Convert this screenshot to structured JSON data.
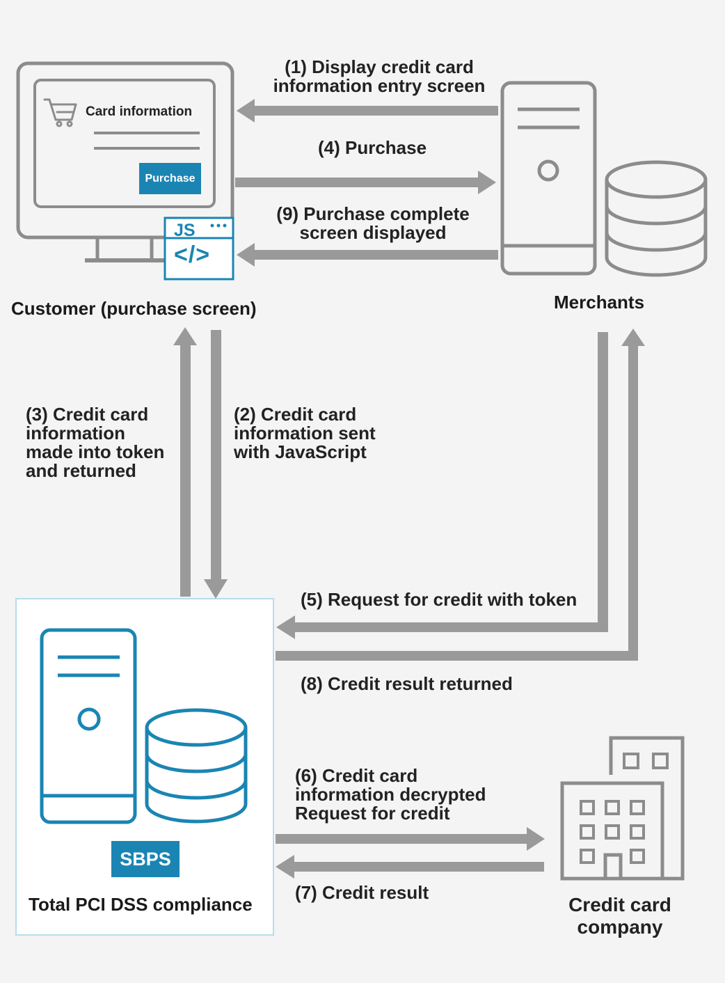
{
  "customer": {
    "label": "Customer (purchase screen)",
    "screen": {
      "card_info_label": "Card information",
      "purchase_button": "Purchase",
      "js_badge": "JS",
      "code_glyph": "</>"
    }
  },
  "merchants": {
    "label": "Merchants"
  },
  "sbps": {
    "badge": "SBPS",
    "label": "Total PCI DSS compliance"
  },
  "credit_card_company": {
    "label": "Credit card\ncompany"
  },
  "steps": {
    "s1": "(1) Display credit card\ninformation entry screen",
    "s2": "(2) Credit card\ninformation sent\nwith JavaScript",
    "s3": "(3) Credit card\ninformation\nmade into token\nand returned",
    "s4": "(4) Purchase",
    "s5": "(5) Request for credit with token",
    "s6": "(6) Credit card\ninformation decrypted\nRequest for credit",
    "s7": "(7) Credit result",
    "s8": "(8) Credit result returned",
    "s9": "(9) Purchase complete\nscreen displayed"
  },
  "colors": {
    "background": "#f4f4f4",
    "gray_line": "#8c8c8c",
    "arrow": "#9a9a9a",
    "accent_blue": "#1a85b3",
    "sbps_border": "#b7dced"
  },
  "icons": {
    "customer": [
      "monitor-icon",
      "shopping-cart-icon",
      "javascript-code-icon"
    ],
    "merchants": [
      "server-icon",
      "database-icon"
    ],
    "sbps": [
      "server-icon",
      "database-icon"
    ],
    "credit_card_company": [
      "office-building-icon"
    ]
  }
}
